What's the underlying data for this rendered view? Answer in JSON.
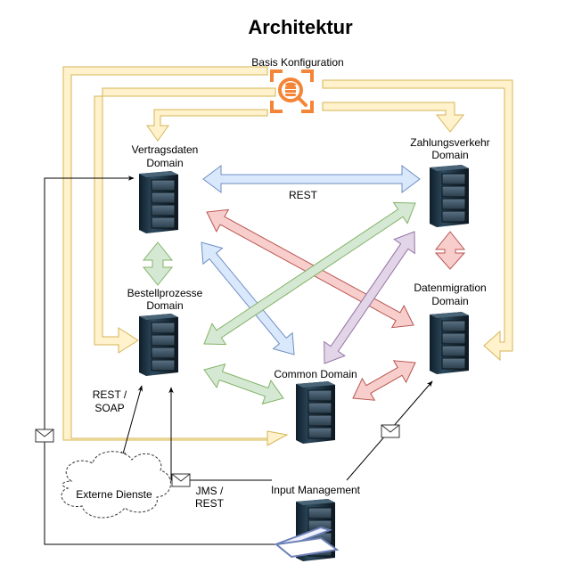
{
  "title": "Architektur",
  "colors": {
    "config_fill": "#fff2cc",
    "config_stroke": "#d6b656",
    "blue_fill": "#dae8fc",
    "blue_stroke": "#6c8ebf",
    "green_fill": "#d5e8d4",
    "green_stroke": "#82b366",
    "red_fill": "#f8cecc",
    "red_stroke": "#b85450",
    "purple_fill": "#e1d5e7",
    "purple_stroke": "#9673a6",
    "icon_orange": "#f58536",
    "server_dark": "#1b2f3d"
  },
  "basis_config": {
    "label": "Basis Konfiguration",
    "icon": "database-search-icon"
  },
  "domains": {
    "vertragsdaten": {
      "line1": "Vertragsdaten",
      "line2": "Domain"
    },
    "zahlungsverkehr": {
      "line1": "Zahlungsverkehr",
      "line2": "Domain"
    },
    "bestellprozesse": {
      "line1": "Bestellprozesse",
      "line2": "Domain"
    },
    "datenmigration": {
      "line1": "Datenmigration",
      "line2": "Domain"
    },
    "common": {
      "line1": "Common Domain"
    },
    "input": {
      "line1": "Input Management"
    }
  },
  "connections": {
    "rest_label": "REST",
    "rest_soap_line1": "REST /",
    "rest_soap_line2": "SOAP",
    "jms_rest_line1": "JMS /",
    "jms_rest_line2": "REST"
  },
  "external": {
    "label": "Externe Dienste"
  }
}
